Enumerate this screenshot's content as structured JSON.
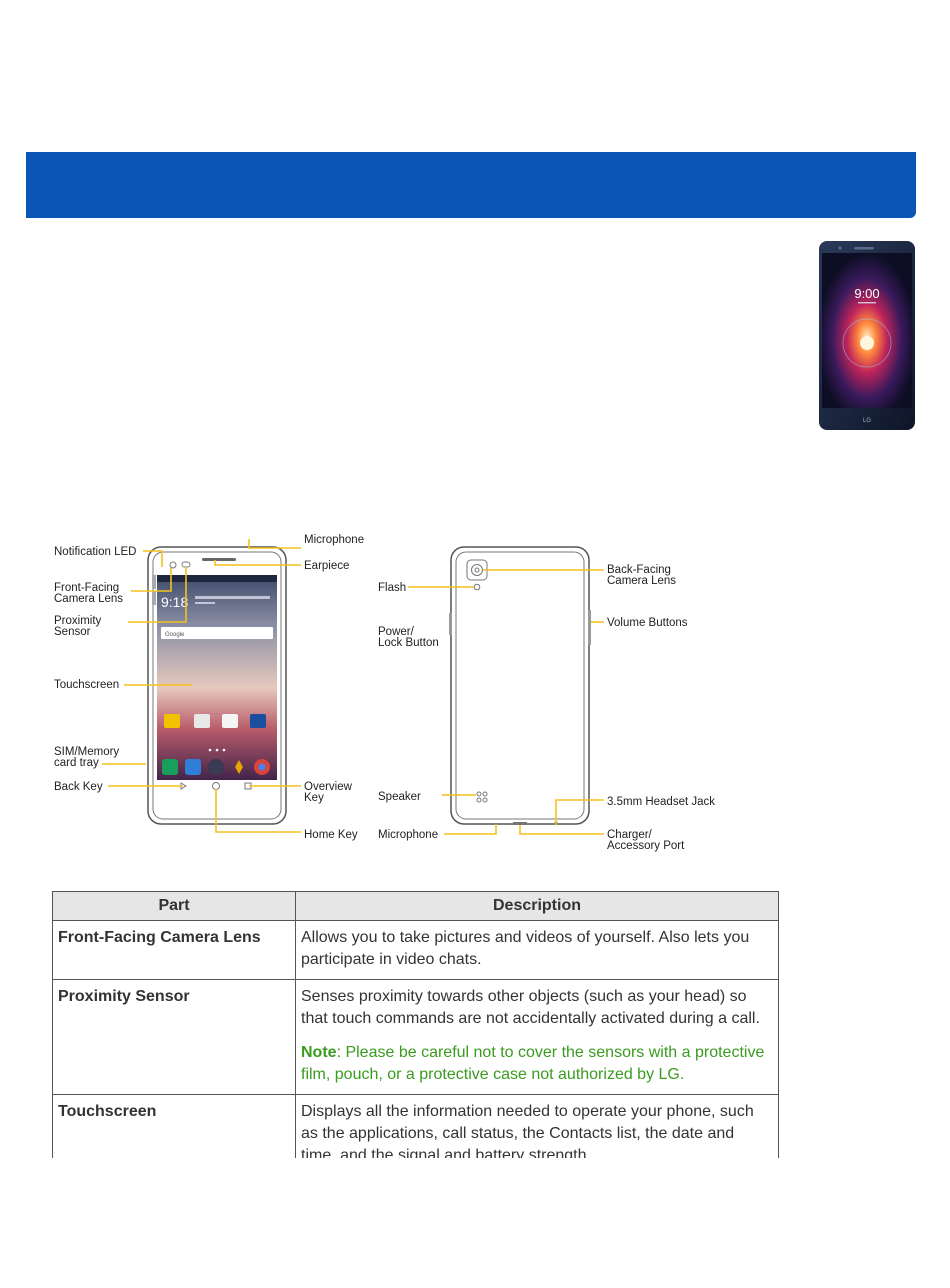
{
  "diagram": {
    "front_labels": {
      "notification_led": "Notification LED",
      "front_camera_line1": "Front-Facing",
      "front_camera_line2": "Camera Lens",
      "proximity_line1": "Proximity",
      "proximity_line2": "Sensor",
      "touchscreen": "Touchscreen",
      "sim_line1": "SIM/Memory",
      "sim_line2": "card tray",
      "back_key": "Back Key",
      "microphone_top": "Microphone",
      "earpiece": "Earpiece",
      "overview_line1": "Overview",
      "overview_line2": "Key",
      "home_key": "Home Key"
    },
    "back_labels": {
      "flash": "Flash",
      "power_line1": "Power/",
      "power_line2": "Lock Button",
      "speaker": "Speaker",
      "microphone_bottom": "Microphone",
      "back_camera_line1": "Back-Facing",
      "back_camera_line2": "Camera Lens",
      "volume": "Volume Buttons",
      "headset": "3.5mm Headset Jack",
      "charger_line1": "Charger/",
      "charger_line2": "Accessory Port"
    },
    "screen": {
      "clock": "9:18",
      "search_brand": "Google"
    },
    "hero": {
      "clock": "9:00",
      "brand": "LG"
    }
  },
  "table": {
    "headers": [
      "Part",
      "Description"
    ],
    "rows": [
      {
        "part": "Front-Facing Camera Lens",
        "description": "Allows you to take pictures and videos of yourself. Also lets you participate in video chats."
      },
      {
        "part": "Proximity Sensor",
        "description": "Senses proximity towards other objects (such as your head) so that touch commands are not accidentally activated during a call.",
        "note_label": "Note",
        "note_text": ": Please be careful not to cover the sensors with a protective film, pouch, or a protective case not authorized by LG."
      },
      {
        "part": "Touchscreen",
        "description": "Displays all the information needed to operate your phone, such as the applications, call status, the Contacts list, the date and time, and the signal and battery strength."
      }
    ]
  },
  "colors": {
    "banner": "#0a56b6",
    "leader_lines": "#f4c21f",
    "note_text": "#3a9b1f"
  }
}
